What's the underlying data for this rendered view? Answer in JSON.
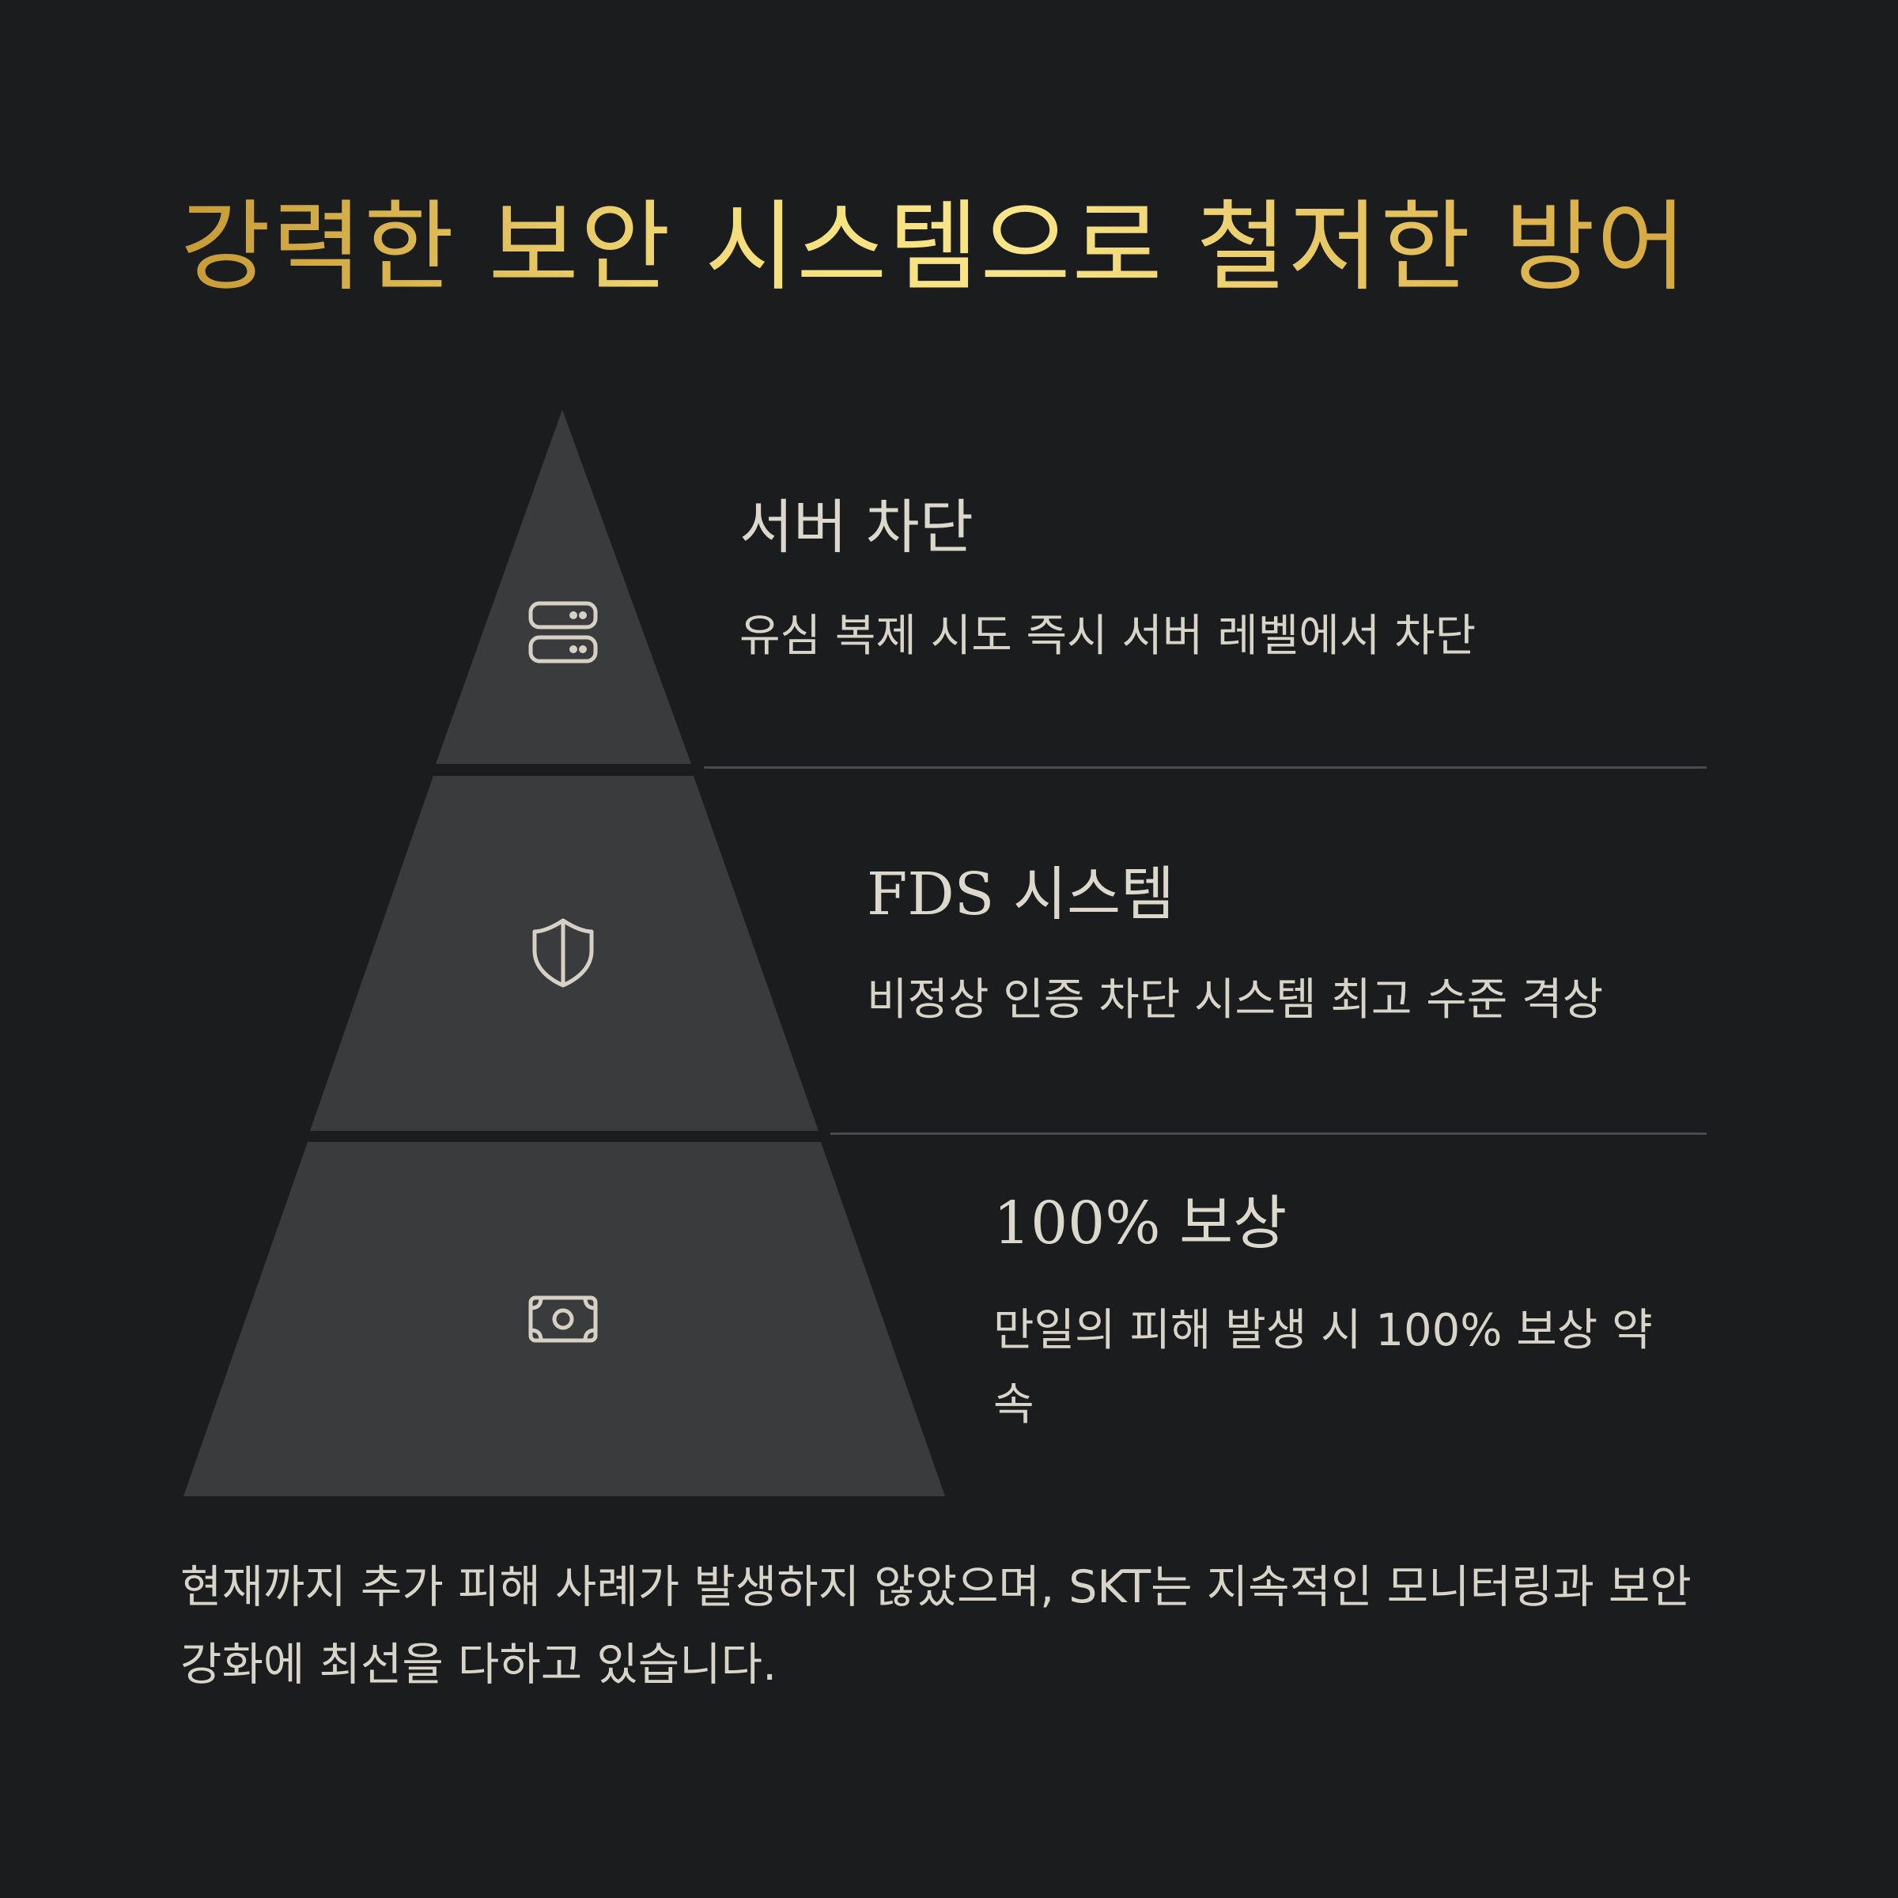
{
  "title": "강력한 보안 시스템으로 철저한 방어",
  "tiers": [
    {
      "icon": "server-icon",
      "heading": "서버 차단",
      "description": "유심 복제 시도 즉시 서버 레벨에서 차단"
    },
    {
      "icon": "shield-icon",
      "heading": "FDS 시스템",
      "description": "비정상 인증 차단 시스템 최고 수준 격상"
    },
    {
      "icon": "banknote-icon",
      "heading": "100% 보상",
      "description": "만일의 피해 발생 시 100% 보상 약속"
    }
  ],
  "footer": "현재까지 추가 피해 사례가 발생하지 않았으며, SKT는 지속적인 모니터링과 보안 강화에 최선을 다하고 있습니다.",
  "colors": {
    "background": "#1b1c1e",
    "tier_fill": "#3a3b3d",
    "title_gold": "#f6e07c",
    "text": "#d8d4c8",
    "icon": "#d6d1c4"
  }
}
